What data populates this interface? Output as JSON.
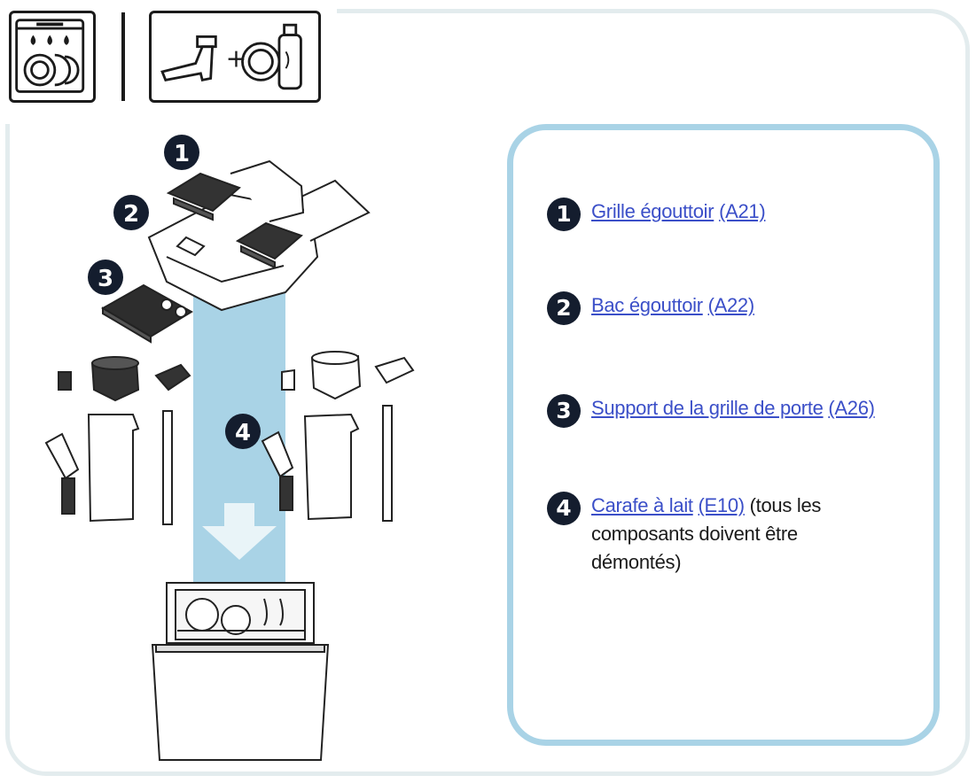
{
  "header": {
    "pictograms": [
      {
        "name": "dishwasher-safe",
        "icon": "dishwasher-icon"
      },
      {
        "name": "parts-and-dishes",
        "icon": "spout-plus-dishes-icon"
      }
    ],
    "plus_sign": "+"
  },
  "illustration": {
    "callouts": [
      {
        "number": "1"
      },
      {
        "number": "2"
      },
      {
        "number": "3"
      },
      {
        "number": "4"
      }
    ],
    "colors": {
      "beam": "#a9d3e6",
      "arrow": "#e9f4f8",
      "badge": "#141d2e"
    }
  },
  "legend": {
    "items": [
      {
        "number": "1",
        "link_text": "Grille égouttoir",
        "ref": "(A21)"
      },
      {
        "number": "2",
        "link_text": "Bac égouttoir",
        "ref": "(A22)"
      },
      {
        "number": "3",
        "link_text": "Support de la grille de porte",
        "ref": "(A26)"
      },
      {
        "number": "4",
        "link_text": "Carafe à lait",
        "ref": "(E10)",
        "note": "(tous les composants doivent être démontés)"
      }
    ],
    "colors": {
      "link": "#3b4fc8",
      "border": "#a9d3e6"
    }
  }
}
